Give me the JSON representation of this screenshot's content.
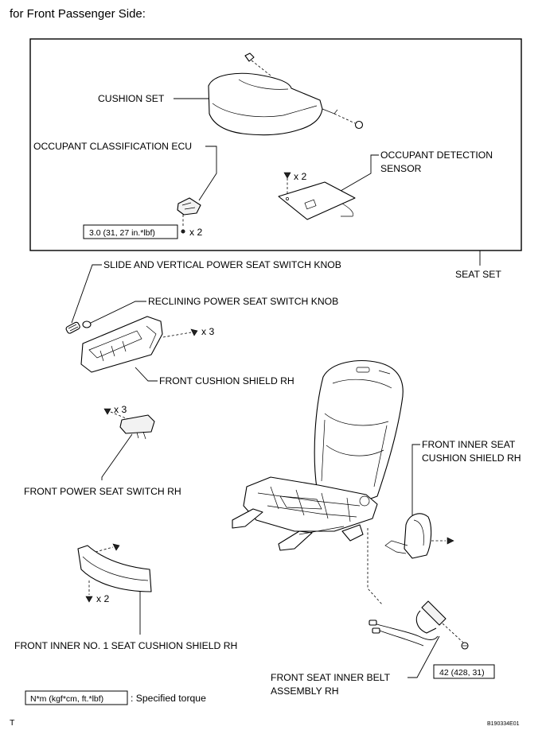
{
  "header": {
    "title": "for Front Passenger Side:"
  },
  "labels": {
    "cushion_set": "CUSHION SET",
    "occupant_ecu": "OCCUPANT CLASSIFICATION ECU",
    "occupant_sensor_1": "OCCUPANT DETECTION",
    "occupant_sensor_2": "SENSOR",
    "slide_knob": "SLIDE AND VERTICAL POWER SEAT SWITCH KNOB",
    "seat_set": "SEAT SET",
    "reclining_knob": "RECLINING POWER SEAT SWITCH KNOB",
    "front_cushion_shield": "FRONT CUSHION SHIELD RH",
    "inner_seat_shield_1": "FRONT INNER SEAT",
    "inner_seat_shield_2": "CUSHION SHIELD RH",
    "power_seat_switch": "FRONT POWER SEAT SWITCH RH",
    "inner_no1_shield": "FRONT INNER NO. 1 SEAT CUSHION SHIELD RH",
    "belt_assembly_1": "FRONT SEAT INNER BELT",
    "belt_assembly_2": "ASSEMBLY RH"
  },
  "quantities": {
    "sensor_screws": "x 2",
    "ecu_screws": "x 2",
    "shield_screws": "x 3",
    "switch_screws": "x 3",
    "inner_shield_screws": "x 2"
  },
  "torques": {
    "ecu": "3.0 (31, 27 in.*lbf)",
    "belt": "42 (428, 31)"
  },
  "legend": {
    "unit": "N*m (kgf*cm, ft.*lbf)",
    "description": ": Specified torque"
  },
  "footer": {
    "corner_mark": "T",
    "figure_id": "B190334E01"
  }
}
